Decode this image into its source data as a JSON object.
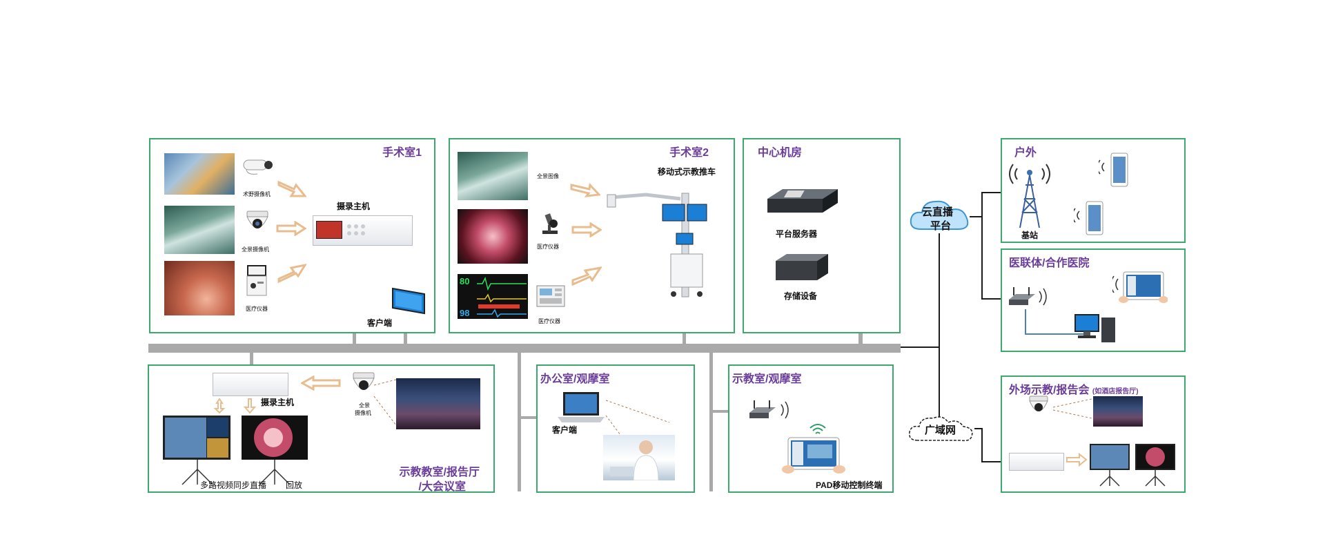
{
  "sections": {
    "or1": {
      "title": "手术室1"
    },
    "or2": {
      "title": "手术室2"
    },
    "datacenter": {
      "title": "中心机房"
    },
    "outdoor": {
      "title": "户外"
    },
    "alliance": {
      "title": "医联体/合作医院"
    },
    "external": {
      "title": "外场示教/报告会",
      "note": "(如酒店报告厅)"
    },
    "classroom": {
      "title_line1": "示教教室/报告厅",
      "title_line2": "/大会议室"
    },
    "office": {
      "title": "办公室/观摩室"
    },
    "teaching": {
      "title": "示教室/观摩室"
    }
  },
  "labels": {
    "surgical_camera": "术野摄像机",
    "panoramic_camera": "全景摄像机",
    "medical_instrument": "医疗仪器",
    "recorder_host": "摄录主机",
    "client": "客户端",
    "panoramic_image": "全景图像",
    "mobile_cart": "移动式示教推车",
    "platform_server": "平台服务器",
    "storage": "存储设备",
    "cloud_live": "云直播",
    "cloud_platform": "平台",
    "base_station": "基站",
    "wan": "广域网",
    "multi_live": "多路视频同步直播",
    "playback": "回放",
    "pad_terminal": "PAD移动控制终端",
    "panoramic_cam_short1": "全景",
    "panoramic_cam_short2": "摄像机"
  },
  "monitor_values": {
    "top": "80",
    "bottom": "98"
  },
  "colors": {
    "frame": "#3aa96b",
    "title": "#6a3d9a",
    "bus": "#a9a9a9",
    "arrow": "#e8bc8e",
    "wire": "#1a1a1a",
    "dotted": "#b0784a"
  }
}
